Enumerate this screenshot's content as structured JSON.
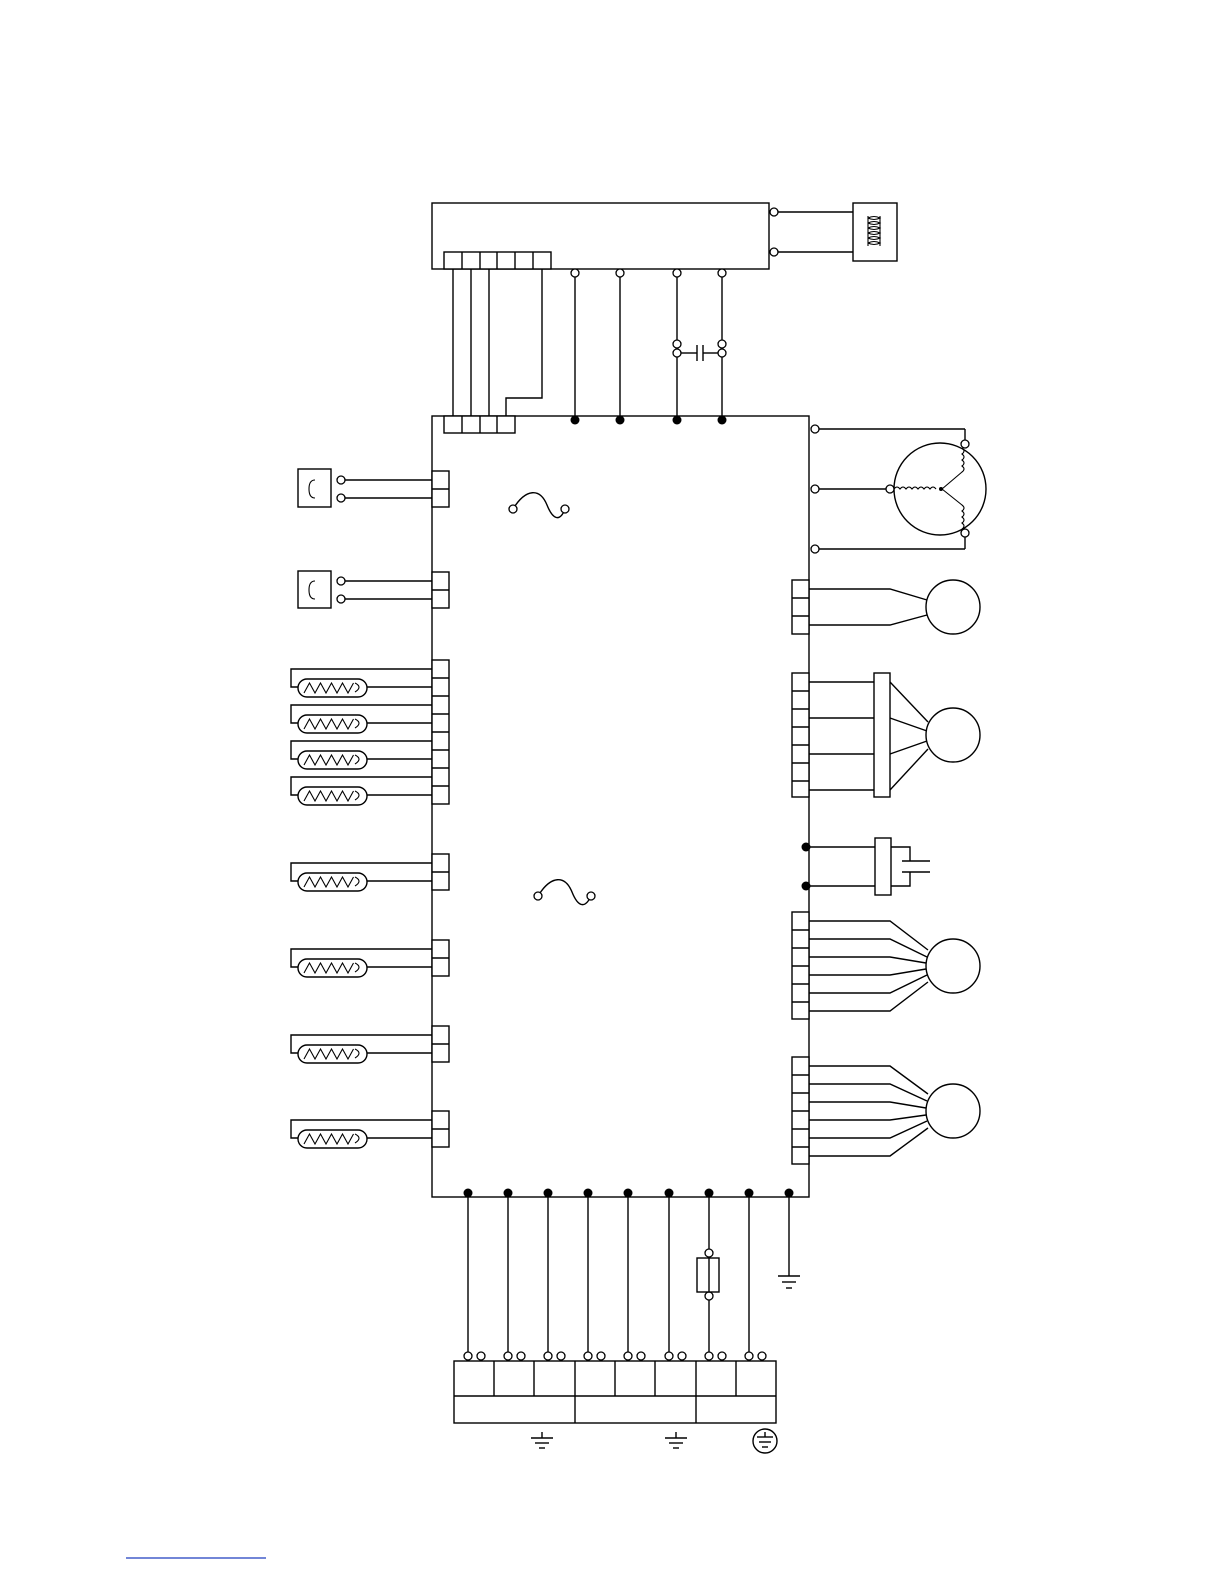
{
  "document": {
    "title": "",
    "footer_link_text": ""
  },
  "components": {
    "top_board": {
      "name": "display-board"
    },
    "main_board": {
      "name": "main-control-board"
    },
    "reactor": {
      "icon": "inductor-coil-icon"
    },
    "compressor_motor": {
      "icon": "three-phase-motor-icon"
    },
    "terminal_block": {
      "name": "terminal-block"
    },
    "fuse": {
      "icon": "fuse-icon"
    },
    "capacitor_top": {
      "icon": "capacitor-icon"
    },
    "capacitor_right": {
      "icon": "capacitor-icon"
    },
    "ground_symbols": [
      "signal-ground-icon",
      "signal-ground-icon",
      "signal-ground-icon",
      "protective-earth-icon"
    ]
  },
  "colors": {
    "line": "#000000",
    "background": "#ffffff",
    "footer_link": "#1f3fbf"
  }
}
